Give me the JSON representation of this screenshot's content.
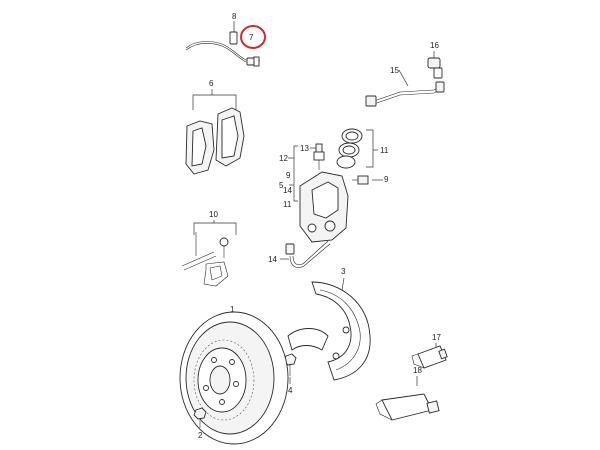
{
  "callouts": {
    "c1": "1",
    "c2": "2",
    "c3": "3",
    "c4": "4",
    "c5": "5",
    "c6": "6",
    "c7": "7",
    "c8": "8",
    "c9a": "9",
    "c9b": "9",
    "c10": "10",
    "c11a": "11",
    "c11b": "11",
    "c12": "12",
    "c13": "13",
    "c14a": "14",
    "c14b": "14",
    "c15": "15",
    "c16": "16",
    "c17": "17",
    "c18": "18"
  },
  "highlight": {
    "color": "#d9262c",
    "target": "7"
  }
}
